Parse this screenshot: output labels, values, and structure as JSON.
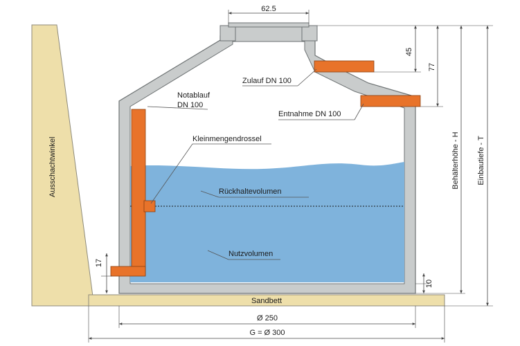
{
  "labels": {
    "ausschachtwinkel": "Ausschachtwinkel",
    "notablauf_line1": "Notablauf",
    "notablauf_line2": "DN 100",
    "zulauf": "Zulauf DN 100",
    "entnahme": "Entnahme DN 100",
    "kleinmengendrossel": "Kleinmengendrossel",
    "rueckhaltevolumen": "Rückhaltevolumen",
    "nutzvolumen": "Nutzvolumen",
    "sandbett": "Sandbett",
    "behaelterhoehe": "Behälterhöhe - H",
    "einbautiefe": "Einbautiefe - T"
  },
  "dimensions": {
    "top_opening": "62.5",
    "zulauf_offset": "45",
    "entnahme_offset": "77",
    "notablauf_height": "17",
    "floor_thickness": "10",
    "inner_diameter": "Ø 250",
    "outer_diameter": "G = Ø 300"
  },
  "colors": {
    "water": "#7fb3dc",
    "pipe": "#e8732a",
    "concrete": "#c9cccc",
    "sand": "#eedfaa",
    "soil": "#eedfaa",
    "line": "#6d7273"
  }
}
